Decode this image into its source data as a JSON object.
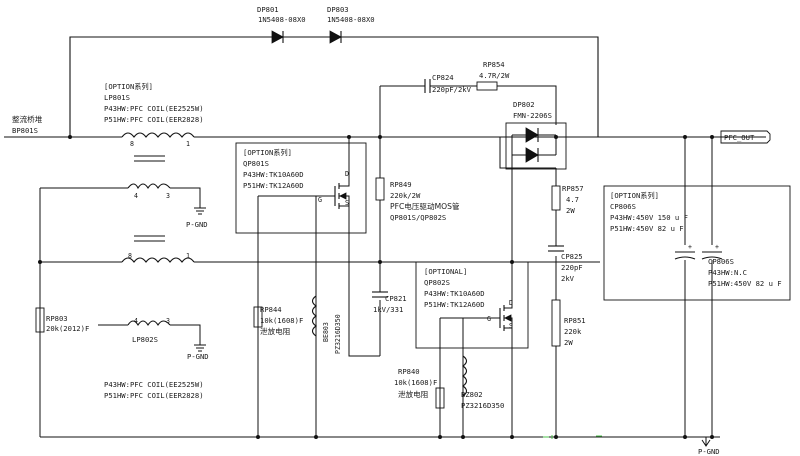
{
  "labels": {
    "dp801": "DP801",
    "dp801_part": "1N5408-08X0",
    "dp803": "DP803",
    "dp803_part": "1N5408-08X0",
    "bridge_cn": "整流桥堆",
    "bp801s": "BP801S",
    "option_series_1": "[OPTION系列]",
    "lp801s": "LP801S",
    "lp801s_p43": "P43HW:PFC COIL(EE2525W)",
    "lp801s_p51": "P51HW:PFC COIL(EER2828)",
    "cp824": "CP824",
    "cp824_val": "220pF/2kV",
    "rp854": "RP854",
    "rp854_val": "4.7R/2W",
    "dp802": "DP802",
    "dp802_part": "FMN-2206S",
    "pfc_out": "PFC_OUT",
    "option_series_q1": "[OPTION系列]",
    "qp801s": "QP801S",
    "qp801s_p43": "P43HW:TK10A60D",
    "qp801s_p51": "P51HW:TK12A60D",
    "rp849": "RP849",
    "rp849_val": "220k/2W",
    "pfc_driver_cn": "PFC电压驱动MOS管",
    "qp_pair": "QP801S/QP802S",
    "pin_d": "D",
    "pin_g": "G",
    "pin_s": "S",
    "pin_d2": "D",
    "pin_g2": "G",
    "pin_s2": "S",
    "rp857": "RP857",
    "rp857_val1": "4.7",
    "rp857_val2": "2W",
    "option_series_c": "[OPTION系列]",
    "cp806s": "CP806S",
    "cp806s_p43": "P43HW:450V 150 u F",
    "cp806s_p51": "P51HW:450V 82 u F",
    "cp806s_b": "CP806S",
    "cp806s_b_p43": "P43HW:N.C",
    "cp806s_b_p51": "P51HW:450V 82 u F",
    "pin_8_top": "8",
    "pin_1_top": "1",
    "pin_4": "4",
    "pin_3": "3",
    "pgnd_1": "P-GND",
    "pin_8_mid": "8",
    "pin_1_mid": "1",
    "cp825": "CP825",
    "cp825_val1": "220pF",
    "cp825_val2": "2kV",
    "optional": "[OPTIONAL]",
    "qp802s": "QP802S",
    "qp802s_p43": "P43HW:TK10A60D",
    "qp802s_p51": "P51HW:TK12A60D",
    "rp851": "RP851",
    "rp851_val1": "220k",
    "rp851_val2": "2W",
    "rp844": "RP844",
    "rp844_val": "10k(1608)F",
    "rp844_cn": "泄放电阻",
    "be803": "BE803",
    "be803_part": "PZ3216D350",
    "cp821": "CP821",
    "cp821_val": "1kV/331",
    "rp803": "RP803",
    "rp803_val": "20k(2012)F",
    "lp802s": "LP802S",
    "pin_4b": "4",
    "pin_3b": "3",
    "pgnd_2": "P-GND",
    "lp802s_p43": "P43HW:PFC COIL(EE2525W)",
    "lp802s_p51": "P51HW:PFC COIL(EER2828)",
    "rp840": "RP840",
    "rp840_val": "10k(1608)F",
    "rp840_cn": "泄放电阻",
    "bz802": "BZ802",
    "bz802_part": "PZ3216D350",
    "pgnd_3": "P-GND"
  }
}
